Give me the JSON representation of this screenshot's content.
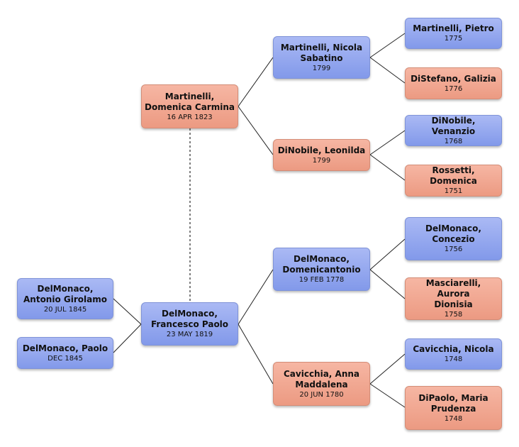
{
  "people": {
    "child1": {
      "name": "DelMonaco,\nAntonio Girolamo",
      "date": "20 JUL 1845",
      "sex": "male"
    },
    "child2": {
      "name": "DelMonaco, Paolo",
      "date": "DEC 1845",
      "sex": "male"
    },
    "root": {
      "name": "DelMonaco,\nFrancesco Paolo",
      "date": "23 MAY 1819",
      "sex": "male"
    },
    "spouse": {
      "name": "Martinelli,\nDomenica Carmina",
      "date": "16 APR 1823",
      "sex": "female"
    },
    "spouse_father": {
      "name": "Martinelli, Nicola\nSabatino",
      "date": "1799",
      "sex": "male"
    },
    "spouse_mother": {
      "name": "DiNobile, Leonilda",
      "date": "1799",
      "sex": "female"
    },
    "spouse_ff": {
      "name": "Martinelli, Pietro",
      "date": "1775",
      "sex": "male"
    },
    "spouse_fm": {
      "name": "DiStefano, Galizia",
      "date": "1776",
      "sex": "female"
    },
    "spouse_mf": {
      "name": "DiNobile, Venanzio",
      "date": "1768",
      "sex": "male"
    },
    "spouse_mm": {
      "name": "Rossetti, Domenica",
      "date": "1751",
      "sex": "female"
    },
    "father": {
      "name": "DelMonaco,\nDomenicantonio",
      "date": "19 FEB 1778",
      "sex": "male"
    },
    "mother": {
      "name": "Cavicchia, Anna\nMaddalena",
      "date": "20 JUN 1780",
      "sex": "female"
    },
    "ff": {
      "name": "DelMonaco,\nConcezio",
      "date": "1756",
      "sex": "male"
    },
    "fm": {
      "name": "Masciarelli, Aurora\nDionisia",
      "date": "1758",
      "sex": "female"
    },
    "mf": {
      "name": "Cavicchia, Nicola",
      "date": "1748",
      "sex": "male"
    },
    "mm": {
      "name": "DiPaolo, Maria\nPrudenza",
      "date": "1748",
      "sex": "female"
    }
  },
  "colors": {
    "male": "#8ea3ee",
    "female": "#f0a690",
    "line": "#222222"
  }
}
